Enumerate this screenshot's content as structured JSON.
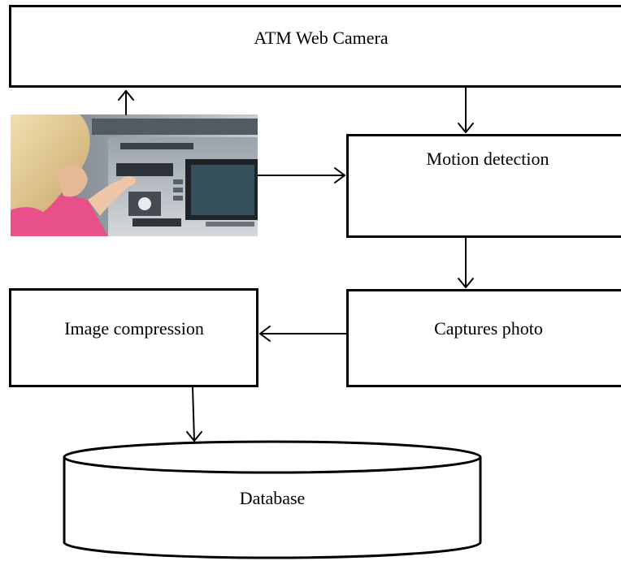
{
  "diagram": {
    "nodes": {
      "camera": {
        "label": "ATM Web Camera"
      },
      "motion": {
        "label": "Motion detection"
      },
      "capture": {
        "label": "Captures photo"
      },
      "compression": {
        "label": "Image compression"
      },
      "database": {
        "label": "Database"
      }
    },
    "edges": [
      {
        "from": "photo",
        "to": "camera"
      },
      {
        "from": "camera",
        "to": "motion"
      },
      {
        "from": "photo",
        "to": "motion"
      },
      {
        "from": "motion",
        "to": "capture"
      },
      {
        "from": "capture",
        "to": "compression"
      },
      {
        "from": "compression",
        "to": "database"
      }
    ],
    "photo": {
      "subject": "woman-using-atm"
    }
  },
  "colors": {
    "stroke": "#000000",
    "background": "#ffffff"
  }
}
